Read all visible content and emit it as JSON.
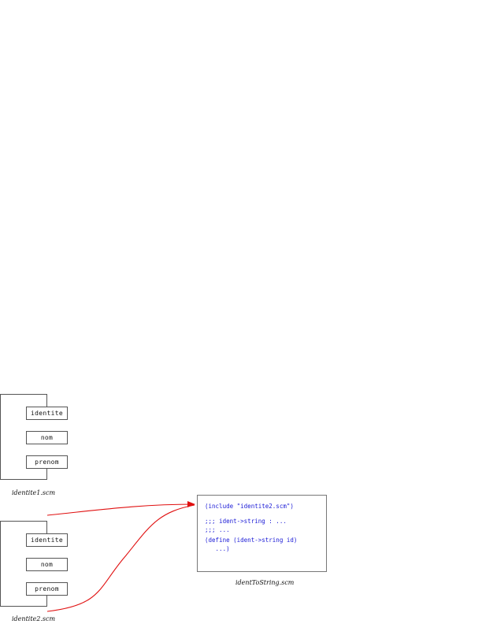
{
  "module1": {
    "caption": "identite1.scm",
    "fields": [
      "identite",
      "nom",
      "prenom"
    ]
  },
  "module2": {
    "caption": "identite2.scm",
    "fields": [
      "identite",
      "nom",
      "prenom"
    ]
  },
  "target": {
    "caption": "identToString.scm",
    "code_lines": [
      "(include \"identite2.scm\")",
      ";;; ident->string : ...",
      ";;; ...",
      "(define (ident->string id)",
      "   ...)"
    ]
  },
  "colors": {
    "arrow": "#e01010",
    "code_text": "#1a1ad6",
    "frame": "#555555"
  }
}
